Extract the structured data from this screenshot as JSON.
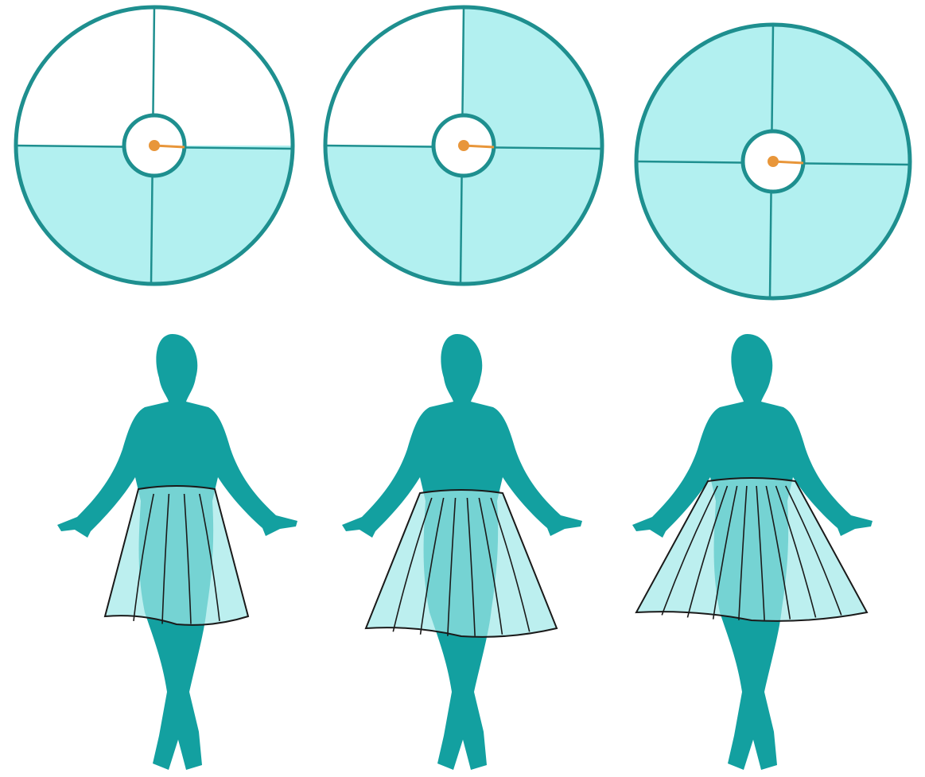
{
  "colors": {
    "outline": "#1e8f8f",
    "fill": "#b2f0f0",
    "empty": "#ffffff",
    "center_dot": "#e8963a",
    "figure": "#13a0a0",
    "skirt_fill": "#9fe8e8",
    "skirt_line": "#1a1a1a"
  },
  "panels": [
    {
      "id": "half-circle",
      "filled_quadrants": 2,
      "skirt": "half"
    },
    {
      "id": "three-quarter-circle",
      "filled_quadrants": 3,
      "skirt": "three-quarter"
    },
    {
      "id": "full-circle",
      "filled_quadrants": 4,
      "skirt": "full"
    }
  ]
}
